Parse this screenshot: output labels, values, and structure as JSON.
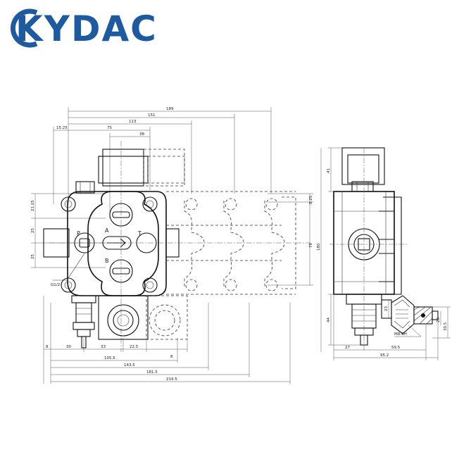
{
  "brand": {
    "name": "KYDAC",
    "color": "#1d5aa0"
  },
  "front_view": {
    "port_labels": {
      "p": "P",
      "t": "T",
      "a": "A",
      "b": "B",
      "inlet_thread": "G1/2"
    },
    "top_dims": [
      "189",
      "151",
      "113",
      "75",
      "38",
      "15.25"
    ],
    "left_dims": [
      "21.25",
      "25",
      "25"
    ],
    "right_dims": [
      "8.25",
      "78"
    ],
    "bottom_segment_dims": [
      "8",
      "30",
      "33",
      "22.5",
      "8"
    ],
    "bottom_total_dims": [
      "105.5",
      "143.5",
      "181.5",
      "219.5"
    ]
  },
  "side_view": {
    "dims": [
      "41",
      "180",
      "44",
      "27",
      "59.5",
      "95.2",
      "M8-6H",
      "23",
      "28",
      "30.5"
    ]
  }
}
